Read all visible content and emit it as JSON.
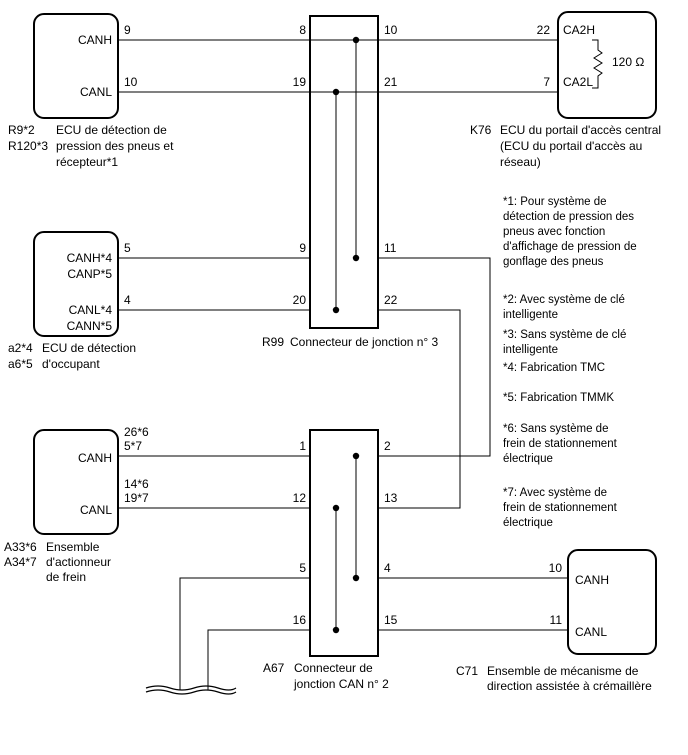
{
  "ecu_tpms": {
    "pins": [
      "9",
      "10"
    ],
    "signals": [
      "CANH",
      "CANL"
    ],
    "codes": [
      "R9*2",
      "R120*3"
    ],
    "name_lines": [
      "ECU de détection de",
      "pression des pneus et",
      "récepteur*1"
    ]
  },
  "ecu_gateway": {
    "pins": [
      "22",
      "7"
    ],
    "signals": [
      "CA2H",
      "CA2L"
    ],
    "resistor": "120 Ω",
    "code": "K76",
    "name_lines": [
      "ECU du portail d'accès central",
      "(ECU du portail d'accès au",
      "réseau)"
    ]
  },
  "ecu_occupant": {
    "pins": [
      "5",
      "4"
    ],
    "signal_lines": [
      "CANH*4",
      "CANP*5",
      "CANL*4",
      "CANN*5"
    ],
    "codes": [
      "a2*4",
      "a6*5"
    ],
    "name_lines": [
      "ECU de détection",
      "d'occupant"
    ]
  },
  "brake_actuator": {
    "pins": [
      "26*6",
      "5*7",
      "14*6",
      "19*7"
    ],
    "signals": [
      "CANH",
      "CANL"
    ],
    "codes": [
      "A33*6",
      "A34*7"
    ],
    "name_lines": [
      "Ensemble",
      "d'actionneur",
      "de frein"
    ]
  },
  "steering": {
    "pins": [
      "10",
      "11"
    ],
    "signals": [
      "CANH",
      "CANL"
    ],
    "code": "C71",
    "name_lines": [
      "Ensemble de mécanisme de",
      "direction assistée à crémaillère"
    ]
  },
  "junction_r99": {
    "pins": [
      "8",
      "10",
      "19",
      "21",
      "9",
      "11",
      "20",
      "22"
    ],
    "code": "R99",
    "name": "Connecteur de jonction n° 3"
  },
  "junction_a67": {
    "pins": [
      "1",
      "2",
      "12",
      "13",
      "5",
      "4",
      "16",
      "15"
    ],
    "code": "A67",
    "name_lines": [
      "Connecteur de",
      "jonction CAN n° 2"
    ]
  },
  "notes": [
    [
      "*1: Pour système de",
      "détection de pression des",
      "pneus avec fonction",
      "d'affichage de pression de",
      "gonflage des pneus"
    ],
    [
      "*2: Avec système de clé",
      "intelligente"
    ],
    [
      "*3: Sans système de clé",
      "intelligente"
    ],
    [
      "*4: Fabrication TMC"
    ],
    [
      "*5: Fabrication TMMK"
    ],
    [
      "*6: Sans système de",
      "frein de stationnement",
      "électrique"
    ],
    [
      "*7: Avec système de",
      "frein de stationnement",
      "électrique"
    ]
  ]
}
